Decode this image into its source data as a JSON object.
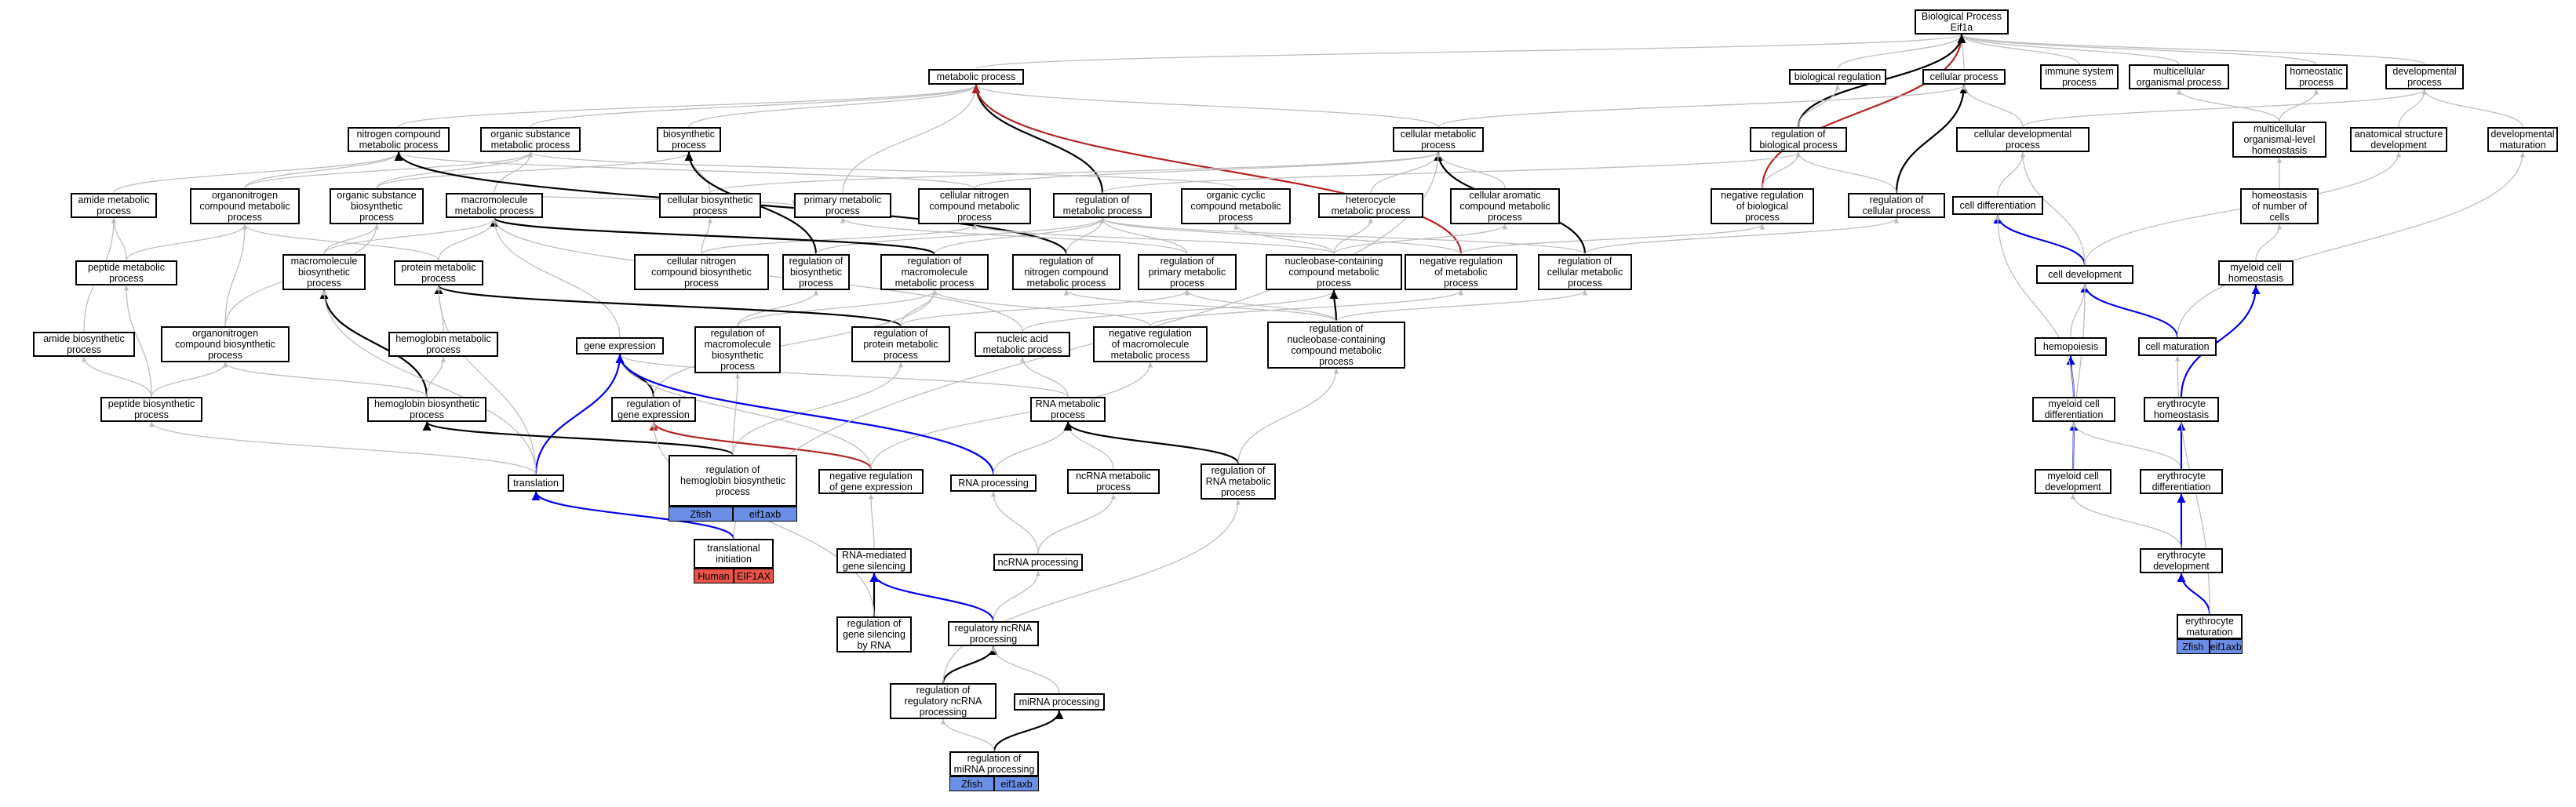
{
  "diagram": {
    "colors": {
      "gray": "#bdbdbd",
      "black": "#000000",
      "blue": "#0000ee",
      "red": "#b22222",
      "zfish": "#6b8fe6",
      "human": "#e8544a"
    },
    "nodes": [
      {
        "id": "root",
        "label": "Biological Process\nEif1a"
      },
      {
        "id": "metabolic",
        "label": "metabolic process"
      },
      {
        "id": "bioreg",
        "label": "biological regulation"
      },
      {
        "id": "cellproc",
        "label": "cellular process"
      },
      {
        "id": "immune",
        "label": "immune system\nprocess"
      },
      {
        "id": "multicell",
        "label": "multicellular\norganismal process"
      },
      {
        "id": "homeostatic",
        "label": "homeostatic\nprocess"
      },
      {
        "id": "devproc",
        "label": "developmental\nprocess"
      },
      {
        "id": "nitrogen",
        "label": "nitrogen compound\nmetabolic process"
      },
      {
        "id": "orgsubst",
        "label": "organic substance\nmetabolic process"
      },
      {
        "id": "biosynth",
        "label": "biosynthetic\nprocess"
      },
      {
        "id": "cellmet",
        "label": "cellular metabolic\nprocess"
      },
      {
        "id": "regbio",
        "label": "regulation of\nbiological process"
      },
      {
        "id": "celldevproc",
        "label": "cellular developmental\nprocess"
      },
      {
        "id": "mcoh",
        "label": "multicellular\norganismal-level\nhomeostasis"
      },
      {
        "id": "anatdev",
        "label": "anatomical structure\ndevelopment"
      },
      {
        "id": "devmat",
        "label": "developmental\nmaturation"
      },
      {
        "id": "amidemet",
        "label": "amide metabolic\nprocess"
      },
      {
        "id": "orgnitmet",
        "label": "organonitrogen\ncompound metabolic\nprocess"
      },
      {
        "id": "orgsubbio",
        "label": "organic substance\nbiosynthetic\nprocess"
      },
      {
        "id": "macromet",
        "label": "macromolecule\nmetabolic process"
      },
      {
        "id": "cellbio",
        "label": "cellular biosynthetic\nprocess"
      },
      {
        "id": "primmet",
        "label": "primary metabolic\nprocess"
      },
      {
        "id": "cellnitmet",
        "label": "cellular nitrogen\ncompound metabolic\nprocess"
      },
      {
        "id": "regmet",
        "label": "regulation of\nmetabolic process"
      },
      {
        "id": "orgcyc",
        "label": "organic cyclic\ncompound metabolic\nprocess"
      },
      {
        "id": "hetero",
        "label": "heterocycle\nmetabolic process"
      },
      {
        "id": "cellarom",
        "label": "cellular aromatic\ncompound metabolic\nprocess"
      },
      {
        "id": "negregbio",
        "label": "negative regulation\nof biological\nprocess"
      },
      {
        "id": "regcell",
        "label": "regulation of\ncellular process"
      },
      {
        "id": "celldiff",
        "label": "cell differentiation"
      },
      {
        "id": "homeocells",
        "label": "homeostasis\nof number of\ncells"
      },
      {
        "id": "peptmet",
        "label": "peptide metabolic\nprocess"
      },
      {
        "id": "macrobio",
        "label": "macromolecule\nbiosynthetic\nprocess"
      },
      {
        "id": "protmet",
        "label": "protein metabolic\nprocess"
      },
      {
        "id": "cellnitbio",
        "label": "cellular nitrogen\ncompound biosynthetic\nprocess"
      },
      {
        "id": "regbiosyn",
        "label": "regulation of\nbiosynthetic\nprocess"
      },
      {
        "id": "regmacromet",
        "label": "regulation of\nmacromolecule\nmetabolic process"
      },
      {
        "id": "regnitmet",
        "label": "regulation of\nnitrogen compound\nmetabolic process"
      },
      {
        "id": "regprimmet",
        "label": "regulation of\nprimary metabolic\nprocess"
      },
      {
        "id": "nucmet",
        "label": "nucleobase-containing\ncompound metabolic\nprocess"
      },
      {
        "id": "negregmet",
        "label": "negative regulation\nof metabolic\nprocess"
      },
      {
        "id": "regcellmet",
        "label": "regulation of\ncellular metabolic\nprocess"
      },
      {
        "id": "celldev",
        "label": "cell development"
      },
      {
        "id": "myelhomeo",
        "label": "myeloid cell\nhomeostasis"
      },
      {
        "id": "amidebio",
        "label": "amide biosynthetic\nprocess"
      },
      {
        "id": "orgnitbio",
        "label": "organonitrogen\ncompound biosynthetic\nprocess"
      },
      {
        "id": "hemometab",
        "label": "hemoglobin metabolic\nprocess"
      },
      {
        "id": "geneexp",
        "label": "gene expression"
      },
      {
        "id": "regmacrobio",
        "label": "regulation of\nmacromolecule\nbiosynthetic\nprocess"
      },
      {
        "id": "regprotmet",
        "label": "regulation of\nprotein metabolic\nprocess"
      },
      {
        "id": "nucacid",
        "label": "nucleic acid\nmetabolic process"
      },
      {
        "id": "negregmacro",
        "label": "negative regulation\nof macromolecule\nmetabolic process"
      },
      {
        "id": "regnucmet",
        "label": "regulation of\nnucleobase-containing\ncompound metabolic\nprocess"
      },
      {
        "id": "hemopoiesis",
        "label": "hemopoiesis"
      },
      {
        "id": "cellmat",
        "label": "cell maturation"
      },
      {
        "id": "peptbio",
        "label": "peptide biosynthetic\nprocess"
      },
      {
        "id": "hemobio",
        "label": "hemoglobin biosynthetic\nprocess"
      },
      {
        "id": "reggeneexp",
        "label": "regulation of\ngene expression"
      },
      {
        "id": "rnamet",
        "label": "RNA metabolic\nprocess"
      },
      {
        "id": "myeldiff",
        "label": "myeloid cell\ndifferentiation"
      },
      {
        "id": "erythhomeo",
        "label": "erythrocyte\nhomeostasis"
      },
      {
        "id": "translation",
        "label": "translation"
      },
      {
        "id": "reghemobio",
        "label": "regulation of\nhemoglobin biosynthetic\nprocess"
      },
      {
        "id": "negreggene",
        "label": "negative regulation\nof gene expression"
      },
      {
        "id": "rnaproc",
        "label": "RNA processing"
      },
      {
        "id": "ncrnamet",
        "label": "ncRNA metabolic\nprocess"
      },
      {
        "id": "regrnamet",
        "label": "regulation of\nRNA metabolic\nprocess"
      },
      {
        "id": "myeldev",
        "label": "myeloid cell\ndevelopment"
      },
      {
        "id": "erythdiff",
        "label": "erythrocyte\ndifferentiation"
      },
      {
        "id": "transinit",
        "label": "translational\ninitiation"
      },
      {
        "id": "rnasilence",
        "label": "RNA-mediated\ngene silencing"
      },
      {
        "id": "ncrnaproc",
        "label": "ncRNA processing"
      },
      {
        "id": "erythdev",
        "label": "erythrocyte\ndevelopment"
      },
      {
        "id": "reggenesil",
        "label": "regulation of\ngene silencing\nby RNA"
      },
      {
        "id": "regncrnaproc",
        "label": "regulatory ncRNA\nprocessing"
      },
      {
        "id": "erythmat",
        "label": "erythrocyte\nmaturation"
      },
      {
        "id": "regregncrna",
        "label": "regulation of\nregulatory ncRNA\nprocessing"
      },
      {
        "id": "mirnaproc",
        "label": "miRNA processing"
      },
      {
        "id": "regmirna",
        "label": "regulation of\nmiRNA processing"
      }
    ],
    "tags": [
      {
        "node": "reghemobio",
        "labels": [
          "Zfish",
          "eif1axb"
        ],
        "color": "zfish"
      },
      {
        "node": "transinit",
        "labels": [
          "Human",
          "EIF1AX"
        ],
        "color": "human"
      },
      {
        "node": "erythmat",
        "labels": [
          "Zfish",
          "eif1axb"
        ],
        "color": "zfish"
      },
      {
        "node": "regmirna",
        "labels": [
          "Zfish",
          "eif1axb"
        ],
        "color": "zfish"
      }
    ],
    "edges": [
      [
        "metabolic",
        "root",
        "gray"
      ],
      [
        "bioreg",
        "root",
        "gray"
      ],
      [
        "cellproc",
        "root",
        "gray"
      ],
      [
        "immune",
        "root",
        "gray"
      ],
      [
        "multicell",
        "root",
        "gray"
      ],
      [
        "homeostatic",
        "root",
        "gray"
      ],
      [
        "devproc",
        "root",
        "gray"
      ],
      [
        "nitrogen",
        "metabolic",
        "gray"
      ],
      [
        "orgsubst",
        "metabolic",
        "gray"
      ],
      [
        "biosynth",
        "metabolic",
        "gray"
      ],
      [
        "cellmet",
        "metabolic",
        "gray"
      ],
      [
        "primmet",
        "metabolic",
        "gray"
      ],
      [
        "regmet",
        "metabolic",
        "black"
      ],
      [
        "negregbio",
        "root",
        "red"
      ],
      [
        "negregmet",
        "metabolic",
        "red"
      ],
      [
        "regbio",
        "root",
        "black"
      ],
      [
        "regbio",
        "bioreg",
        "gray"
      ],
      [
        "cellmet",
        "cellproc",
        "gray"
      ],
      [
        "regcell",
        "cellproc",
        "black"
      ],
      [
        "regcell",
        "regbio",
        "gray"
      ],
      [
        "negregbio",
        "regbio",
        "gray"
      ],
      [
        "celldevproc",
        "cellproc",
        "gray"
      ],
      [
        "celldevproc",
        "devproc",
        "gray"
      ],
      [
        "mcoh",
        "multicell",
        "gray"
      ],
      [
        "mcoh",
        "homeostatic",
        "gray"
      ],
      [
        "anatdev",
        "devproc",
        "gray"
      ],
      [
        "devmat",
        "devproc",
        "gray"
      ],
      [
        "amidemet",
        "nitrogen",
        "gray"
      ],
      [
        "orgnitmet",
        "nitrogen",
        "gray"
      ],
      [
        "orgnitmet",
        "orgsubst",
        "gray"
      ],
      [
        "orgsubbio",
        "orgsubst",
        "gray"
      ],
      [
        "orgsubbio",
        "biosynth",
        "gray"
      ],
      [
        "macromet",
        "orgsubst",
        "gray"
      ],
      [
        "macromet",
        "primmet",
        "gray"
      ],
      [
        "cellbio",
        "biosynth",
        "gray"
      ],
      [
        "cellbio",
        "cellmet",
        "gray"
      ],
      [
        "cellnitmet",
        "nitrogen",
        "gray"
      ],
      [
        "cellnitmet",
        "cellmet",
        "gray"
      ],
      [
        "regmet",
        "regbio",
        "gray"
      ],
      [
        "orgcyc",
        "orgsubst",
        "gray"
      ],
      [
        "hetero",
        "cellmet",
        "gray"
      ],
      [
        "cellarom",
        "cellmet",
        "gray"
      ],
      [
        "celldiff",
        "celldevproc",
        "gray"
      ],
      [
        "homeocells",
        "mcoh",
        "gray"
      ],
      [
        "peptmet",
        "amidemet",
        "gray"
      ],
      [
        "peptmet",
        "orgnitmet",
        "gray"
      ],
      [
        "macrobio",
        "macromet",
        "gray"
      ],
      [
        "macrobio",
        "orgsubbio",
        "gray"
      ],
      [
        "protmet",
        "macromet",
        "gray"
      ],
      [
        "protmet",
        "orgnitmet",
        "gray"
      ],
      [
        "cellnitbio",
        "cellnitmet",
        "gray"
      ],
      [
        "cellnitbio",
        "cellbio",
        "gray"
      ],
      [
        "regbiosyn",
        "biosynth",
        "black"
      ],
      [
        "regbiosyn",
        "regmet",
        "gray"
      ],
      [
        "regmacromet",
        "macromet",
        "black"
      ],
      [
        "regmacromet",
        "regmet",
        "gray"
      ],
      [
        "regnitmet",
        "nitrogen",
        "black"
      ],
      [
        "regnitmet",
        "regmet",
        "gray"
      ],
      [
        "regprimmet",
        "primmet",
        "gray"
      ],
      [
        "regprimmet",
        "regmet",
        "gray"
      ],
      [
        "nucmet",
        "cellnitmet",
        "gray"
      ],
      [
        "nucmet",
        "hetero",
        "gray"
      ],
      [
        "nucmet",
        "cellarom",
        "gray"
      ],
      [
        "nucmet",
        "orgcyc",
        "gray"
      ],
      [
        "negregmet",
        "regmet",
        "gray"
      ],
      [
        "negregmet",
        "negregbio",
        "gray"
      ],
      [
        "regcellmet",
        "cellmet",
        "black"
      ],
      [
        "regcellmet",
        "regcell",
        "gray"
      ],
      [
        "regcellmet",
        "regmet",
        "gray"
      ],
      [
        "celldev",
        "celldiff",
        "blue"
      ],
      [
        "celldev",
        "celldevproc",
        "gray"
      ],
      [
        "celldev",
        "anatdev",
        "gray"
      ],
      [
        "myelhomeo",
        "homeocells",
        "gray"
      ],
      [
        "amidebio",
        "amidemet",
        "gray"
      ],
      [
        "orgnitbio",
        "orgnitmet",
        "gray"
      ],
      [
        "orgnitbio",
        "orgsubbio",
        "gray"
      ],
      [
        "hemometab",
        "protmet",
        "gray"
      ],
      [
        "geneexp",
        "macromet",
        "gray"
      ],
      [
        "regmacrobio",
        "regbiosyn",
        "gray"
      ],
      [
        "regmacrobio",
        "regmacromet",
        "gray"
      ],
      [
        "regprotmet",
        "protmet",
        "black"
      ],
      [
        "regprotmet",
        "regmacromet",
        "gray"
      ],
      [
        "regprotmet",
        "regprimmet",
        "gray"
      ],
      [
        "nucacid",
        "nucmet",
        "gray"
      ],
      [
        "nucacid",
        "macromet",
        "gray"
      ],
      [
        "negregmacro",
        "regmacromet",
        "gray"
      ],
      [
        "negregmacro",
        "negregmet",
        "gray"
      ],
      [
        "regnucmet",
        "nucmet",
        "black"
      ],
      [
        "regnucmet",
        "regnitmet",
        "gray"
      ],
      [
        "regnucmet",
        "regprimmet",
        "gray"
      ],
      [
        "regnucmet",
        "regcellmet",
        "gray"
      ],
      [
        "hemopoiesis",
        "celldev",
        "gray"
      ],
      [
        "cellmat",
        "celldev",
        "blue"
      ],
      [
        "cellmat",
        "devmat",
        "gray"
      ],
      [
        "peptbio",
        "peptmet",
        "gray"
      ],
      [
        "peptbio",
        "amidebio",
        "gray"
      ],
      [
        "peptbio",
        "orgnitbio",
        "gray"
      ],
      [
        "hemobio",
        "macrobio",
        "black"
      ],
      [
        "hemobio",
        "hemometab",
        "gray"
      ],
      [
        "hemobio",
        "orgnitbio",
        "gray"
      ],
      [
        "reggeneexp",
        "geneexp",
        "black"
      ],
      [
        "reggeneexp",
        "regmacromet",
        "gray"
      ],
      [
        "rnamet",
        "nucacid",
        "gray"
      ],
      [
        "rnamet",
        "geneexp",
        "gray"
      ],
      [
        "myeldiff",
        "hemopoiesis",
        "blue"
      ],
      [
        "myeldiff",
        "celldiff",
        "gray"
      ],
      [
        "erythhomeo",
        "myelhomeo",
        "blue"
      ],
      [
        "translation",
        "geneexp",
        "blue"
      ],
      [
        "translation",
        "peptbio",
        "gray"
      ],
      [
        "translation",
        "protmet",
        "gray"
      ],
      [
        "translation",
        "macrobio",
        "gray"
      ],
      [
        "reghemobio",
        "hemobio",
        "black"
      ],
      [
        "reghemobio",
        "regmacrobio",
        "gray"
      ],
      [
        "reghemobio",
        "regprotmet",
        "gray"
      ],
      [
        "negreggene",
        "reggeneexp",
        "red"
      ],
      [
        "negreggene",
        "negregmacro",
        "gray"
      ],
      [
        "negreggene",
        "geneexp",
        "gray"
      ],
      [
        "rnaproc",
        "geneexp",
        "blue"
      ],
      [
        "rnaproc",
        "rnamet",
        "gray"
      ],
      [
        "ncrnamet",
        "rnamet",
        "gray"
      ],
      [
        "regrnamet",
        "rnamet",
        "black"
      ],
      [
        "regrnamet",
        "regnucmet",
        "gray"
      ],
      [
        "myeldev",
        "myeldiff",
        "blue"
      ],
      [
        "myeldev",
        "celldev",
        "gray"
      ],
      [
        "erythdiff",
        "myeldiff",
        "gray"
      ],
      [
        "erythdiff",
        "erythhomeo",
        "blue"
      ],
      [
        "transinit",
        "translation",
        "blue"
      ],
      [
        "transinit",
        "cellmet",
        "gray"
      ],
      [
        "rnasilence",
        "negreggene",
        "gray"
      ],
      [
        "ncrnaproc",
        "rnaproc",
        "gray"
      ],
      [
        "ncrnaproc",
        "ncrnamet",
        "gray"
      ],
      [
        "erythdev",
        "erythdiff",
        "blue"
      ],
      [
        "erythdev",
        "myeldev",
        "gray"
      ],
      [
        "reggenesil",
        "rnasilence",
        "black"
      ],
      [
        "reggenesil",
        "reggeneexp",
        "gray"
      ],
      [
        "regncrnaproc",
        "rnasilence",
        "blue"
      ],
      [
        "regncrnaproc",
        "ncrnaproc",
        "gray"
      ],
      [
        "erythmat",
        "erythdev",
        "blue"
      ],
      [
        "erythmat",
        "cellmat",
        "gray"
      ],
      [
        "regregncrna",
        "regncrnaproc",
        "black"
      ],
      [
        "regregncrna",
        "regrnamet",
        "gray"
      ],
      [
        "mirnaproc",
        "regncrnaproc",
        "gray"
      ],
      [
        "regmirna",
        "mirnaproc",
        "black"
      ],
      [
        "regmirna",
        "regregncrna",
        "gray"
      ]
    ]
  }
}
